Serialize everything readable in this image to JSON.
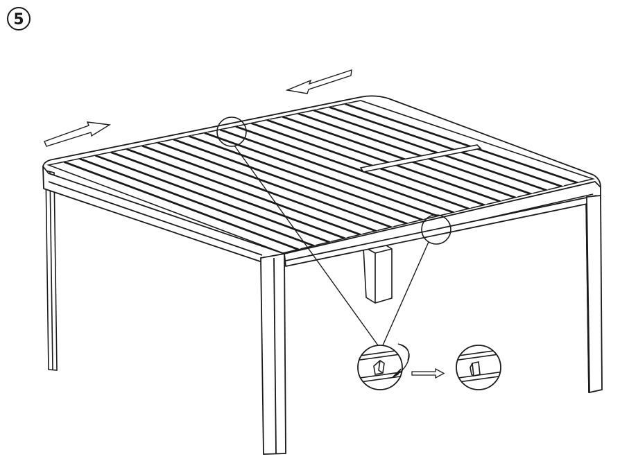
{
  "diagram": {
    "step_number": "5",
    "slat_count_left": 13,
    "slat_count_right": 7,
    "colors": {
      "line": "#1a1a1a",
      "background": "#ffffff"
    },
    "icons": {
      "slide_arrows": "outline-arrow-icon",
      "rotate_arrow": "curved-rotate-arrow-icon",
      "result_arrow": "double-line-arrow-icon"
    }
  }
}
